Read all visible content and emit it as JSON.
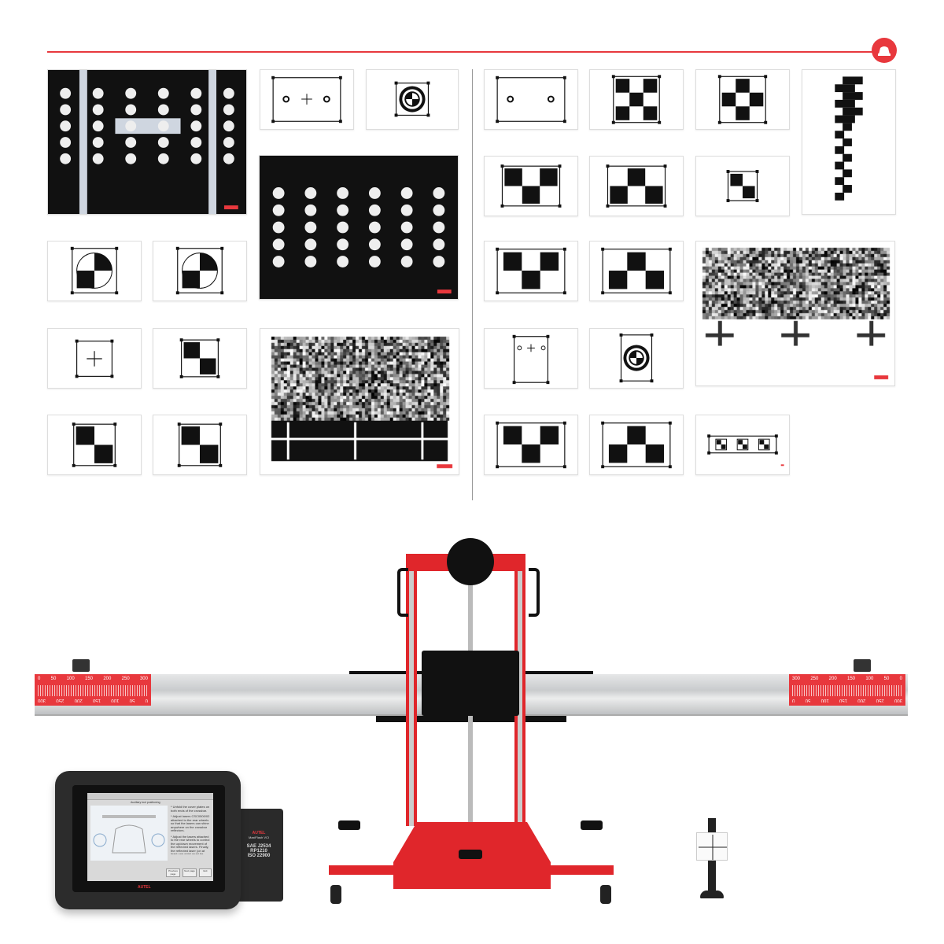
{
  "colors": {
    "accent": "#e8383d",
    "frame_red": "#e0262b",
    "black": "#111111",
    "rail": "#d4d6d8"
  },
  "header": {
    "icon": "car-calibration-icon"
  },
  "ruler": {
    "top_labels": [
      "0",
      "50",
      "100",
      "150",
      "200",
      "250",
      "300"
    ],
    "right_labels": [
      "300",
      "250",
      "200",
      "150",
      "100",
      "50",
      "0"
    ]
  },
  "tablet": {
    "brand": "AUTEL",
    "screen_title": "Auxiliary tool positioning",
    "instructions": [
      "* Unfold the cover plates on both ends of the crossbar.",
      "* Adjust lasers CSC0500/02 attached to the rear wheels so that the lasers can shine anywhere on the crossbar reflectors.",
      "* Adjust the lasers attached to the rear wheels to control the up/down movement of the reflected lasers. Finally, the reflected laser (on at least one side) must be located at the scale board of the laser"
    ],
    "buttons": [
      "Previous page",
      "Next page",
      "Exit"
    ]
  },
  "vci": {
    "brand": "AUTEL",
    "name": "MaxiFlash VCI",
    "specs": [
      "SAE J2534",
      "RP1210",
      "ISO 22900"
    ]
  }
}
